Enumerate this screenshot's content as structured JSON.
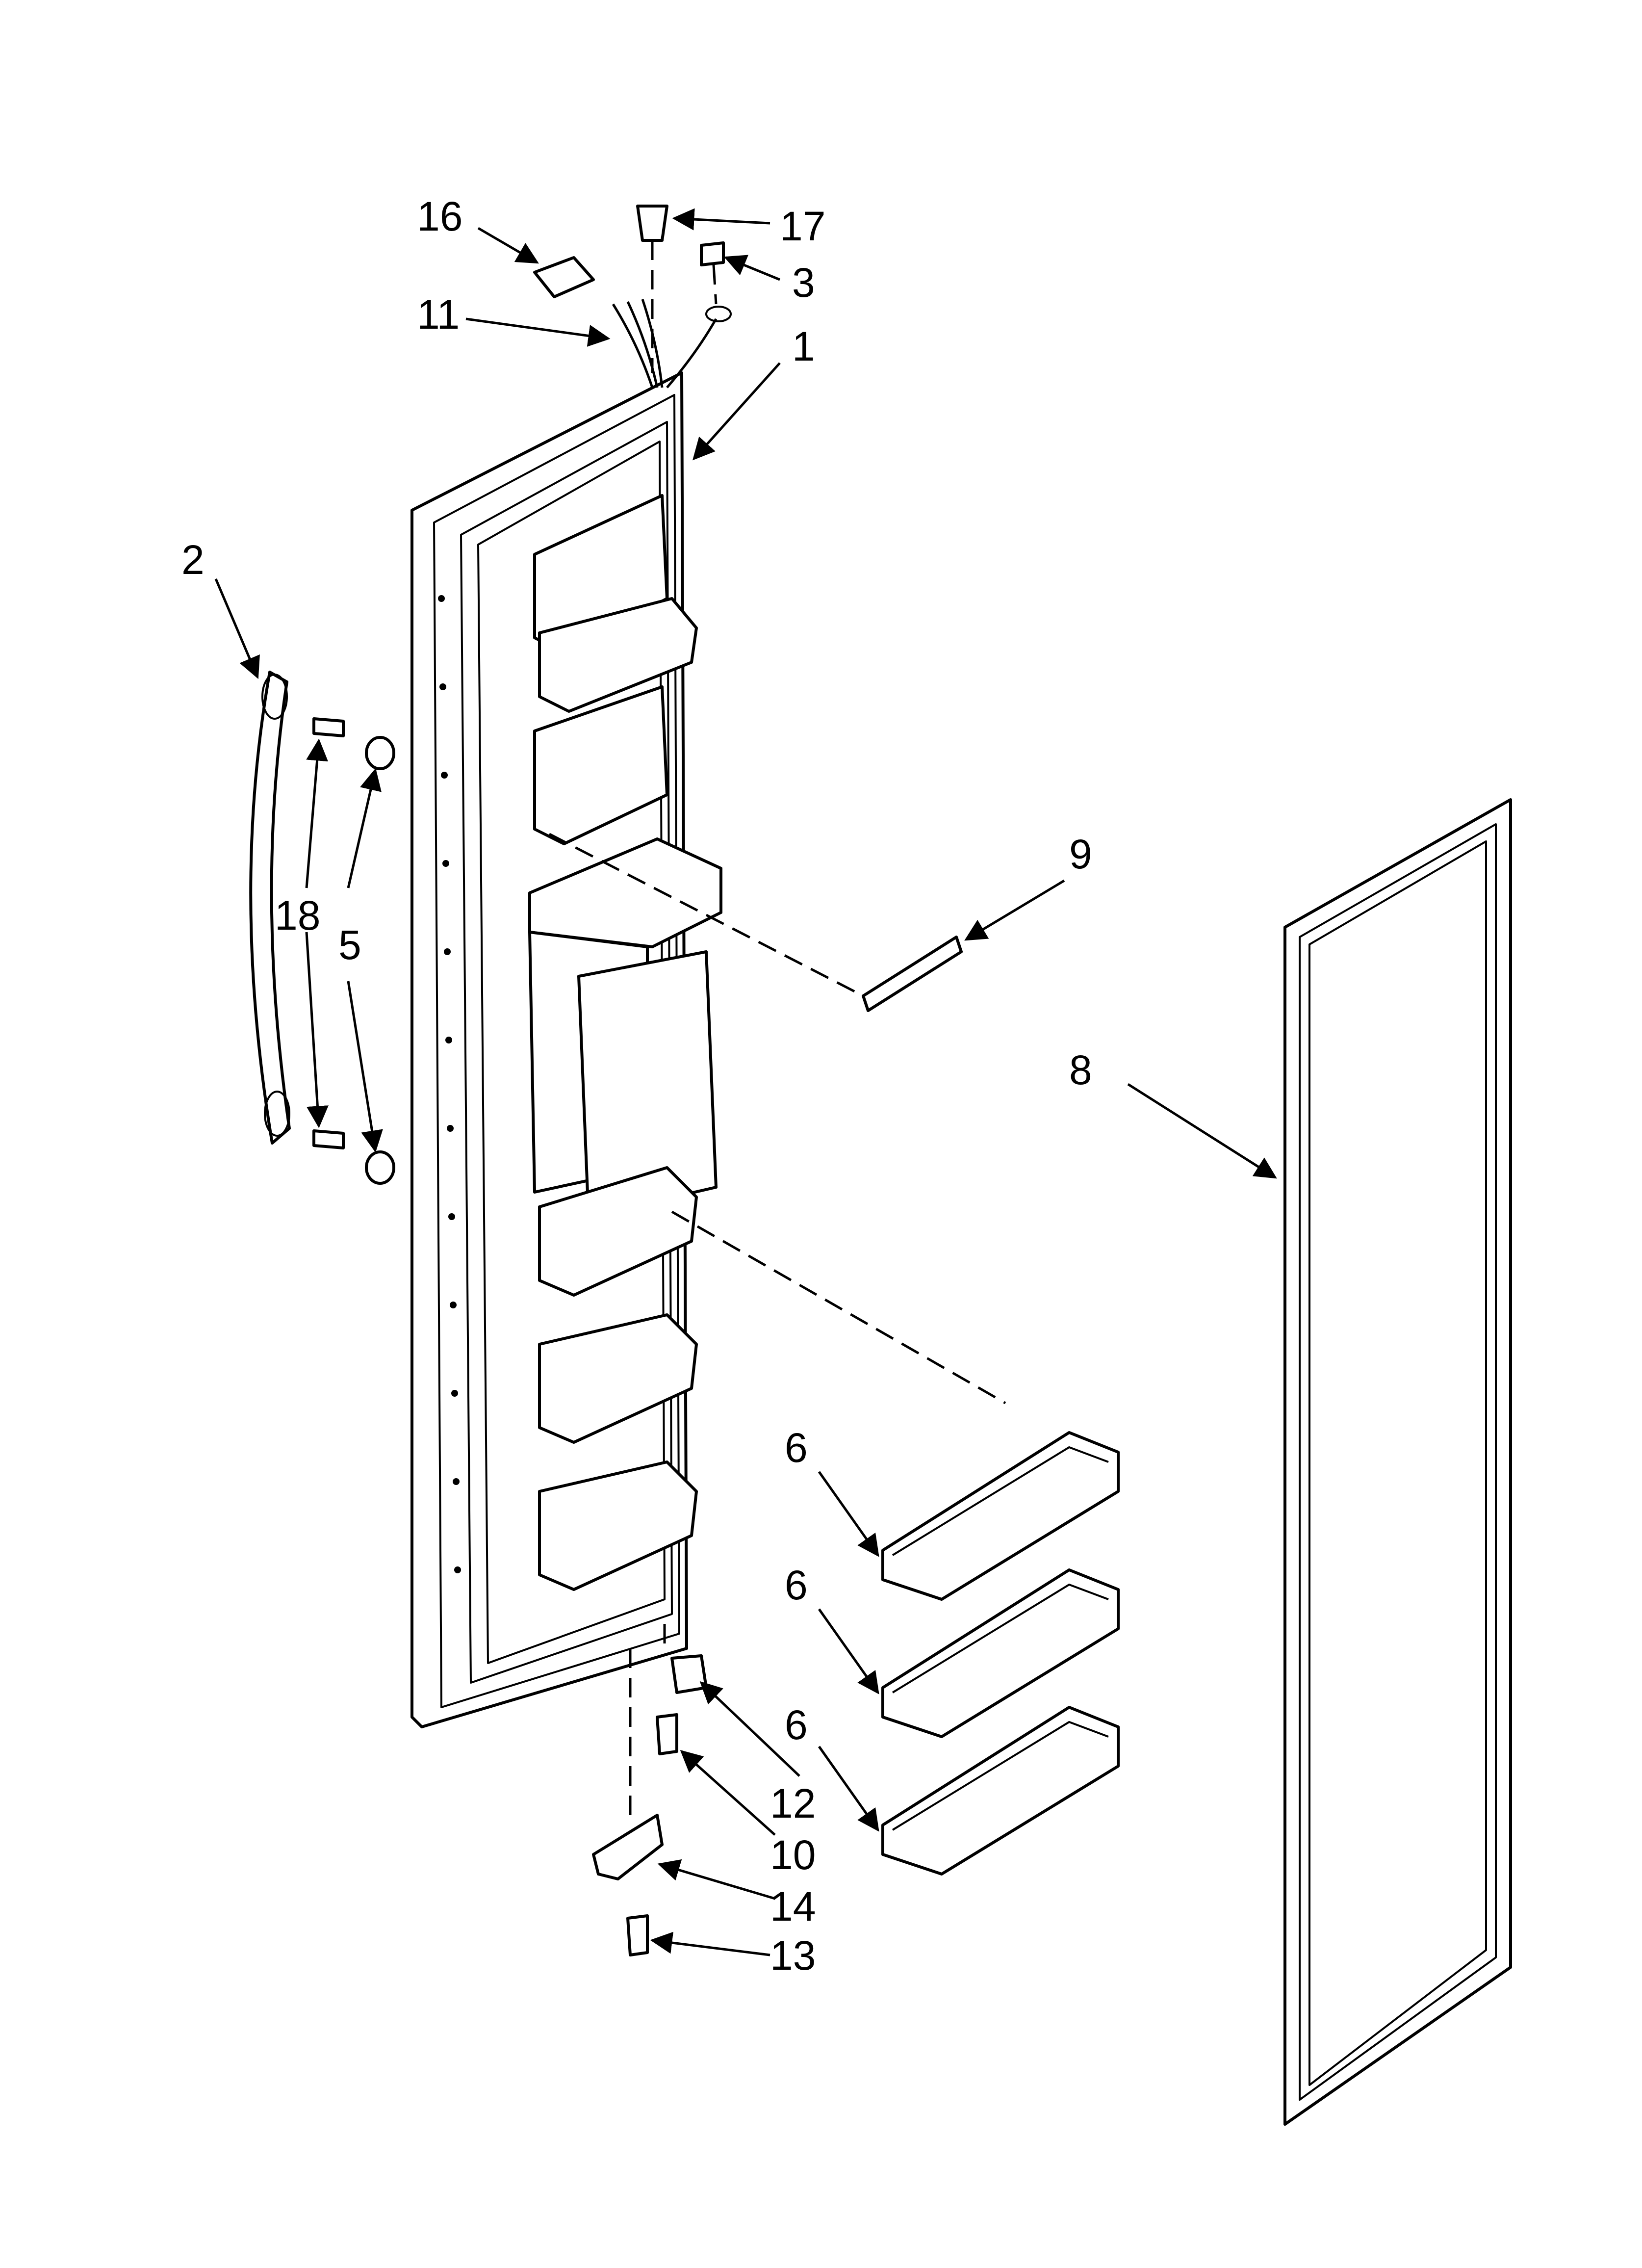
{
  "diagram": {
    "callouts": [
      {
        "id": "c16",
        "label": "16"
      },
      {
        "id": "c17",
        "label": "17"
      },
      {
        "id": "c3",
        "label": "3"
      },
      {
        "id": "c11",
        "label": "11"
      },
      {
        "id": "c1",
        "label": "1"
      },
      {
        "id": "c2",
        "label": "2"
      },
      {
        "id": "c18",
        "label": "18"
      },
      {
        "id": "c5",
        "label": "5"
      },
      {
        "id": "c9",
        "label": "9"
      },
      {
        "id": "c8",
        "label": "8"
      },
      {
        "id": "c6a",
        "label": "6"
      },
      {
        "id": "c6b",
        "label": "6"
      },
      {
        "id": "c6c",
        "label": "6"
      },
      {
        "id": "c12",
        "label": "12"
      },
      {
        "id": "c10",
        "label": "10"
      },
      {
        "id": "c14",
        "label": "14"
      },
      {
        "id": "c13",
        "label": "13"
      }
    ]
  }
}
